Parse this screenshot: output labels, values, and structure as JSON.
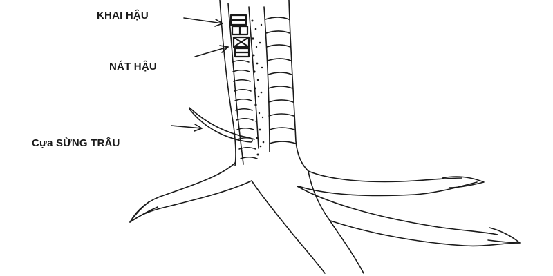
{
  "labels": {
    "khai_hau": "KHAI HẬU",
    "nat_hau": "NÁT HẬU",
    "cua_sung_trau": "Cựa SỪNG TRÂU"
  },
  "colors": {
    "ink": "#1a1a1a",
    "paper": "#ffffff"
  }
}
